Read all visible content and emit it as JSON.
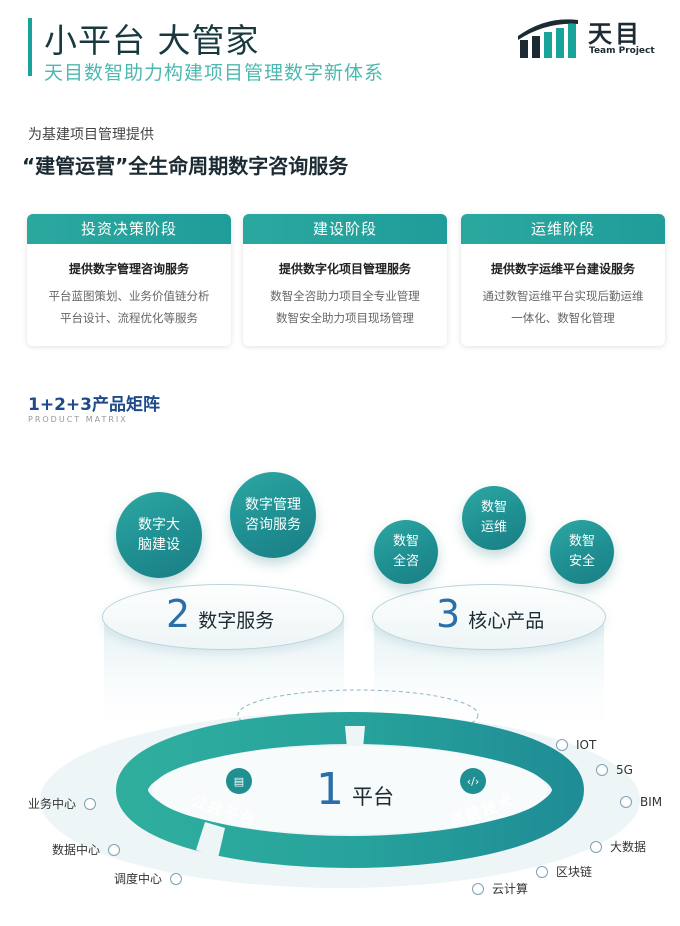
{
  "header": {
    "title": "小平台 大管家",
    "subtitle": "天目数智助力构建项目管理数字新体系",
    "logo_cn": "天目",
    "logo_en": "Team Project"
  },
  "intro": {
    "line1": "为基建项目管理提供",
    "line2": "“建管运营”全生命周期数字咨询服务"
  },
  "cards": [
    {
      "head": "投资决策阶段",
      "title": "提供数字管理咨询服务",
      "desc1": "平台蓝图策划、业务价值链分析",
      "desc2": "平台设计、流程优化等服务"
    },
    {
      "head": "建设阶段",
      "title": "提供数字化项目管理服务",
      "desc1": "数智全咨助力项目全专业管理",
      "desc2": "数智安全助力项目现场管理"
    },
    {
      "head": "运维阶段",
      "title": "提供数字运维平台建设服务",
      "desc1": "通过数智运维平台实现后勤运维",
      "desc2": "一体化、数智化管理"
    }
  ],
  "matrix": {
    "title": "1+2+3产品矩阵",
    "subtitle": "PRODUCT MATRIX",
    "services": {
      "num": "2",
      "label": "数字服务",
      "bubbles": [
        "数字大\n脑建设",
        "数字管理\n咨询服务"
      ]
    },
    "products": {
      "num": "3",
      "label": "核心产品",
      "bubbles": [
        "数智\n全咨",
        "数智\n运维",
        "数智\n安全"
      ]
    },
    "platform": {
      "num": "1",
      "label": "平台",
      "left_label": "公共平台",
      "right_label": "底层技术"
    },
    "left_items": [
      "业务中心",
      "数据中心",
      "调度中心"
    ],
    "right_items": [
      "IOT",
      "5G",
      "BIM",
      "大数据",
      "区块链",
      "云计算"
    ]
  },
  "colors": {
    "accent": "#1aa39a",
    "teal_dark": "#1f8f92",
    "blue_number": "#2a6fa8"
  }
}
